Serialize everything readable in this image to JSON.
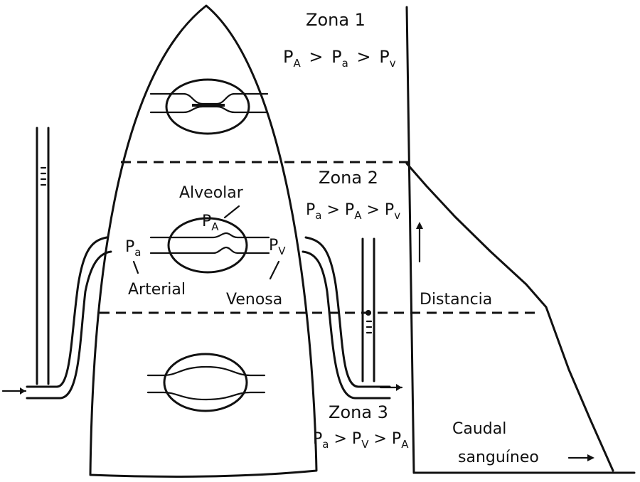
{
  "zones": [
    {
      "label": "Zona 1",
      "inequality": [
        [
          "P",
          "A"
        ],
        [
          ">",
          ""
        ],
        [
          "P",
          "a"
        ],
        [
          ">",
          ""
        ],
        [
          "P",
          "v"
        ]
      ]
    },
    {
      "label": "Zona 2",
      "inequality": [
        [
          "P",
          "a"
        ],
        [
          ">",
          ""
        ],
        [
          "P",
          "A"
        ],
        [
          ">",
          ""
        ],
        [
          "P",
          "v"
        ]
      ]
    },
    {
      "label": "Zona 3",
      "inequality": [
        [
          "P",
          "a"
        ],
        [
          ">",
          ""
        ],
        [
          "P",
          "V"
        ],
        [
          ">",
          ""
        ],
        [
          "P",
          "A"
        ]
      ]
    }
  ],
  "alveolus_labels": {
    "alveolar": "Alveolar",
    "alveolar_pressure": [
      "P",
      "A"
    ],
    "arterial_pressure": [
      "P",
      "a"
    ],
    "venous_pressure": [
      "P",
      "V"
    ],
    "arterial": "Arterial",
    "venous": "Venosa"
  },
  "graph": {
    "distance_label": "Distancia",
    "flow_label_line1": "Caudal",
    "flow_label_line2": "sanguíneo"
  }
}
